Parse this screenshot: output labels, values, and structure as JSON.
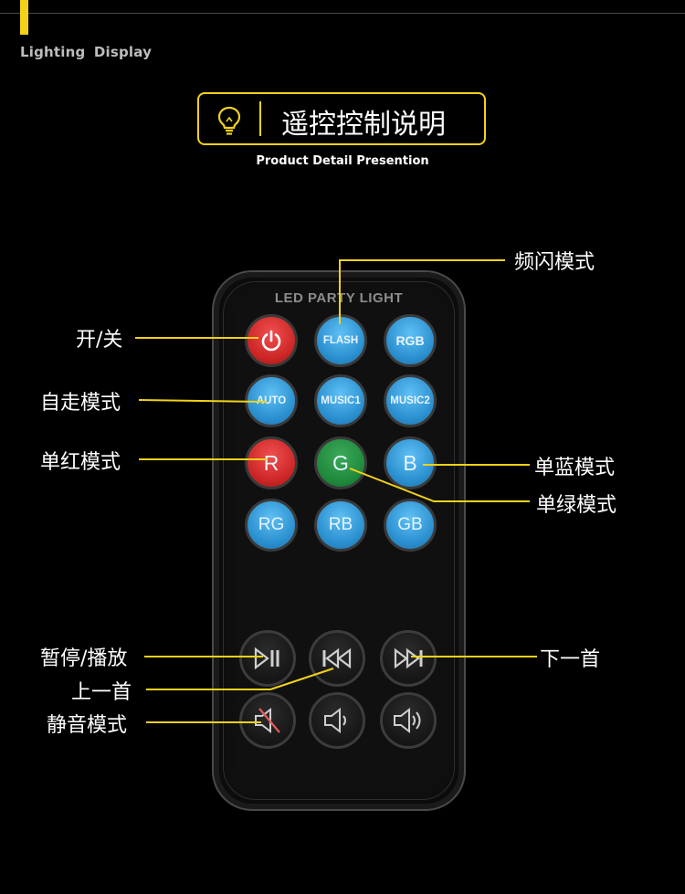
{
  "header": {
    "section_label": "Lighting  Display",
    "title": "遥控控制说明",
    "subtitle": "Product Detail Presention"
  },
  "colors": {
    "accent": "#f2d21a",
    "background": "#000000",
    "button_blue": "#2a8fcf",
    "button_red": "#cc2626",
    "button_green": "#1f8a3c"
  },
  "remote": {
    "brand": "LED PARTY LIGHT",
    "buttons": [
      {
        "id": "power",
        "label": "",
        "icon": "power-icon"
      },
      {
        "id": "flash",
        "label": "FLASH"
      },
      {
        "id": "rgb",
        "label": "RGB"
      },
      {
        "id": "auto",
        "label": "AUTO"
      },
      {
        "id": "music1",
        "label": "MUSIC1"
      },
      {
        "id": "music2",
        "label": "MUSIC2"
      },
      {
        "id": "r",
        "label": "R"
      },
      {
        "id": "g",
        "label": "G"
      },
      {
        "id": "b",
        "label": "B"
      },
      {
        "id": "rg",
        "label": "RG"
      },
      {
        "id": "rb",
        "label": "RB"
      },
      {
        "id": "gb",
        "label": "GB"
      },
      {
        "id": "play-pause",
        "label": "",
        "icon": "play-pause-icon"
      },
      {
        "id": "previous",
        "label": "",
        "icon": "previous-track-icon"
      },
      {
        "id": "next",
        "label": "",
        "icon": "next-track-icon"
      },
      {
        "id": "mute",
        "label": "",
        "icon": "mute-icon"
      },
      {
        "id": "volume-down",
        "label": "",
        "icon": "volume-down-icon"
      },
      {
        "id": "volume-up",
        "label": "",
        "icon": "volume-up-icon"
      }
    ]
  },
  "callouts": {
    "strobe": "频闪模式",
    "power": "开/关",
    "auto": "自走模式",
    "red": "单红模式",
    "blue": "单蓝模式",
    "green": "单绿模式",
    "play_pause": "暂停/播放",
    "next": "下一首",
    "previous": "上一首",
    "mute": "静音模式"
  }
}
